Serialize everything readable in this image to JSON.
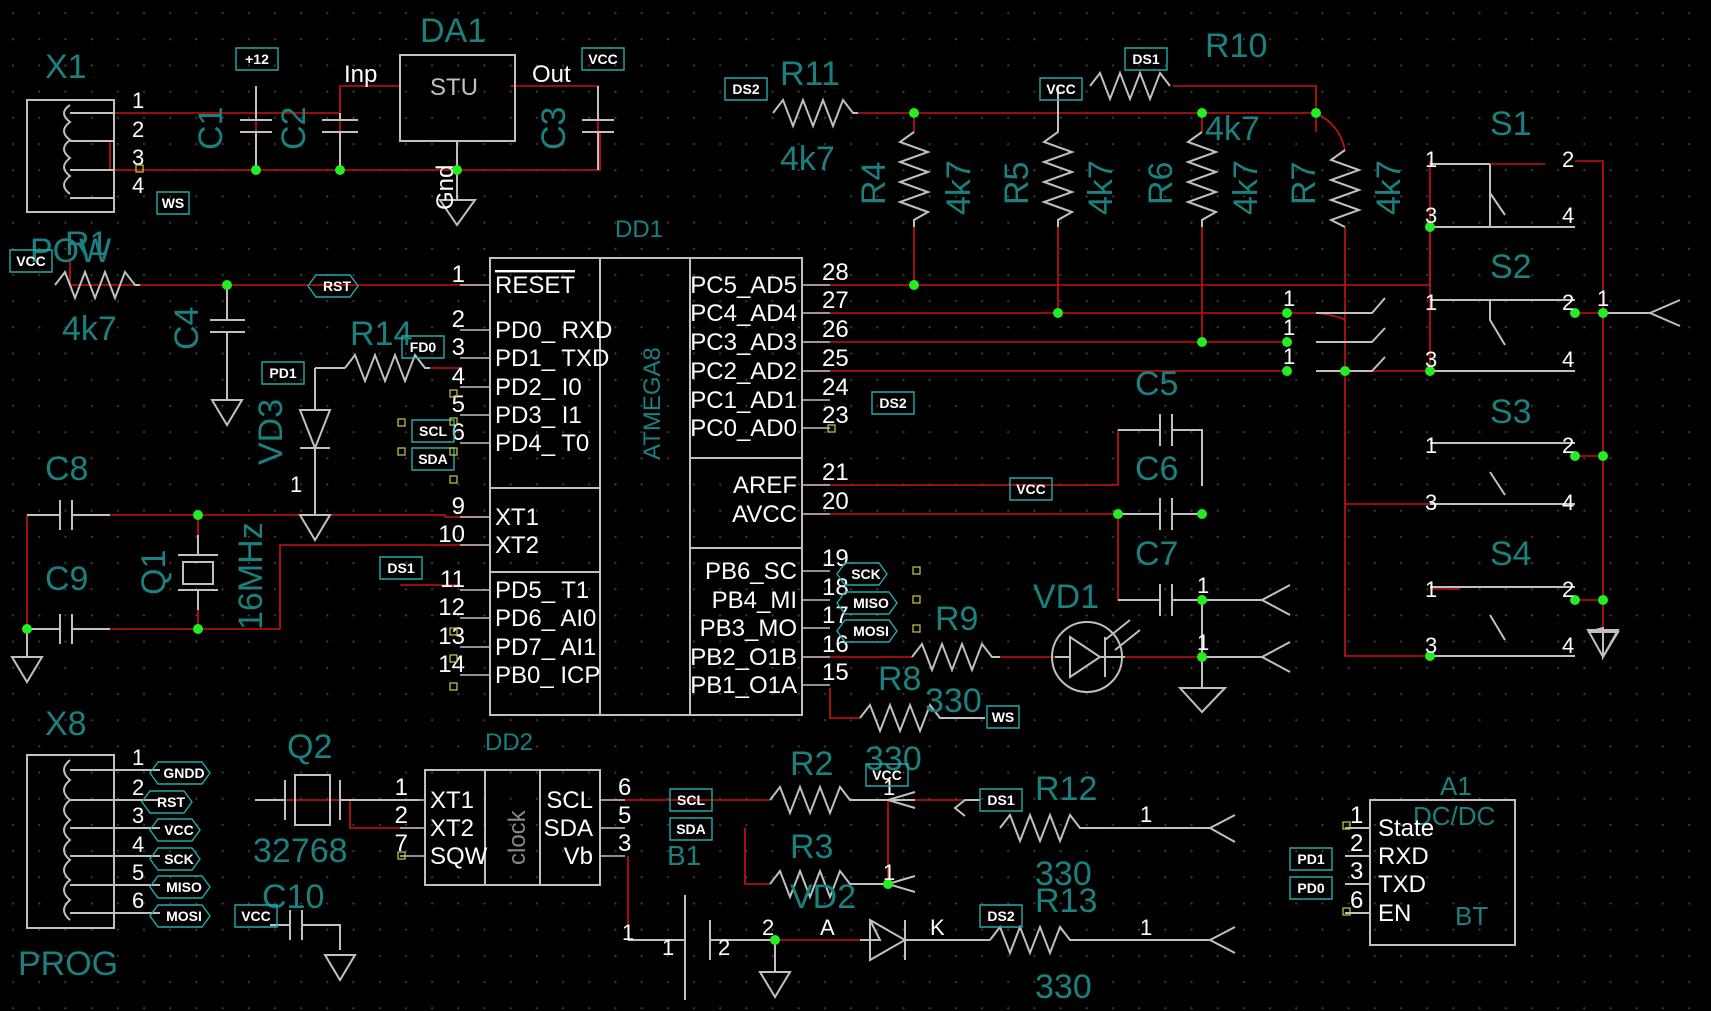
{
  "colors": {
    "background": "#000000",
    "component": "#c0c0c0",
    "wire": "#cc1111",
    "designator": "#1a8080",
    "pin": "#ffffff",
    "junction": "#22ee22",
    "netlabel": "#22aaaa",
    "port": "#cccc44"
  },
  "refs": {
    "x1": "X1",
    "da1": "DA1",
    "c1": "C1",
    "c2": "C2",
    "c3": "C3",
    "r11": "R11",
    "r10": "R10",
    "r4": "R4",
    "r5": "R5",
    "r6": "R6",
    "r7": "R7",
    "s1": "S1",
    "s2": "S2",
    "s3": "S3",
    "s4": "S4",
    "pow": "POW",
    "r1": "R1",
    "c4": "C4",
    "r14": "R14",
    "vd3": "VD3",
    "dd1": "DD1",
    "c5": "C5",
    "c6": "C6",
    "c7": "C7",
    "c8": "C8",
    "c9": "C9",
    "q1": "Q1",
    "vd1": "VD1",
    "r9": "R9",
    "r8": "R8",
    "x8": "X8",
    "q2": "Q2",
    "dd2": "DD2",
    "r2": "R2",
    "r3": "R3",
    "r12": "R12",
    "r13": "R13",
    "vd2": "VD2",
    "b1": "B1",
    "c10": "C10",
    "a1": "A1",
    "prog": "PROG"
  },
  "values": {
    "stu": "STU",
    "r11": "4k7",
    "r10": "4k7",
    "r4": "4k7",
    "r5": "4k7",
    "r6": "4k7",
    "r7": "4k7",
    "r1": "4k7",
    "q1": "16MHz",
    "r9": "330",
    "r8": "330",
    "r2": "330",
    "r12": "330",
    "r13": "330",
    "q2": "32768",
    "dd1_chip": "ATMEGA8",
    "dd2_chip": "clock",
    "a1_type": "DC/DC",
    "a1_name": "BT"
  },
  "da1_pins": {
    "inp": "Inp",
    "out": "Out",
    "gnd": "Gnd"
  },
  "netlabels": {
    "p12": "+12",
    "vcc": "VCC",
    "ds1": "DS1",
    "ds2": "DS2",
    "ws": "WS",
    "rst": "RST",
    "fd0": "FD0",
    "pd1": "PD1",
    "pd0": "PD0",
    "scl": "SCL",
    "sda": "SDA",
    "sck": "SCK",
    "miso": "MISO",
    "mosi": "MOSI",
    "gndd": "GNDD"
  },
  "dd1": {
    "left": [
      {
        "n": "1",
        "name": "RESET"
      },
      {
        "n": "2",
        "name": "PD0_ RXD"
      },
      {
        "n": "3",
        "name": "PD1_ TXD"
      },
      {
        "n": "4",
        "name": "PD2_ I0"
      },
      {
        "n": "5",
        "name": "PD3_ I1"
      },
      {
        "n": "6",
        "name": "PD4_ T0"
      },
      {
        "n": "9",
        "name": "XT1"
      },
      {
        "n": "10",
        "name": "XT2"
      },
      {
        "n": "11",
        "name": "PD5_ T1"
      },
      {
        "n": "12",
        "name": "PD6_ AI0"
      },
      {
        "n": "13",
        "name": "PD7_ AI1"
      },
      {
        "n": "14",
        "name": "PB0_ ICP"
      }
    ],
    "right": [
      {
        "n": "28",
        "name": "PC5_AD5"
      },
      {
        "n": "27",
        "name": "PC4_AD4"
      },
      {
        "n": "26",
        "name": "PC3_AD3"
      },
      {
        "n": "25",
        "name": "PC2_AD2"
      },
      {
        "n": "24",
        "name": "PC1_AD1"
      },
      {
        "n": "23",
        "name": "PC0_AD0"
      },
      {
        "n": "21",
        "name": "AREF"
      },
      {
        "n": "20",
        "name": "AVCC"
      },
      {
        "n": "19",
        "name": "PB6_SC"
      },
      {
        "n": "18",
        "name": "PB4_MI"
      },
      {
        "n": "17",
        "name": "PB3_MO"
      },
      {
        "n": "16",
        "name": "PB2_O1B"
      },
      {
        "n": "15",
        "name": "PB1_O1A"
      }
    ]
  },
  "dd2": {
    "left": [
      {
        "n": "1",
        "name": "XT1"
      },
      {
        "n": "2",
        "name": "XT2"
      },
      {
        "n": "7",
        "name": "SQW"
      }
    ],
    "right": [
      {
        "n": "6",
        "name": "SCL"
      },
      {
        "n": "5",
        "name": "SDA"
      },
      {
        "n": "3",
        "name": "Vb"
      }
    ]
  },
  "a1": [
    {
      "n": "1",
      "name": "State"
    },
    {
      "n": "2",
      "name": "RXD"
    },
    {
      "n": "3",
      "name": "TXD"
    },
    {
      "n": "6",
      "name": "EN"
    }
  ],
  "x1_pins": [
    "1",
    "2",
    "3",
    "4"
  ],
  "x8_pins": [
    "1",
    "2",
    "3",
    "4",
    "5",
    "6"
  ],
  "pin_numbers": {
    "one": "1",
    "two": "2",
    "three": "3",
    "four": "4"
  },
  "vd2_pins": {
    "a": "A",
    "k": "K"
  }
}
